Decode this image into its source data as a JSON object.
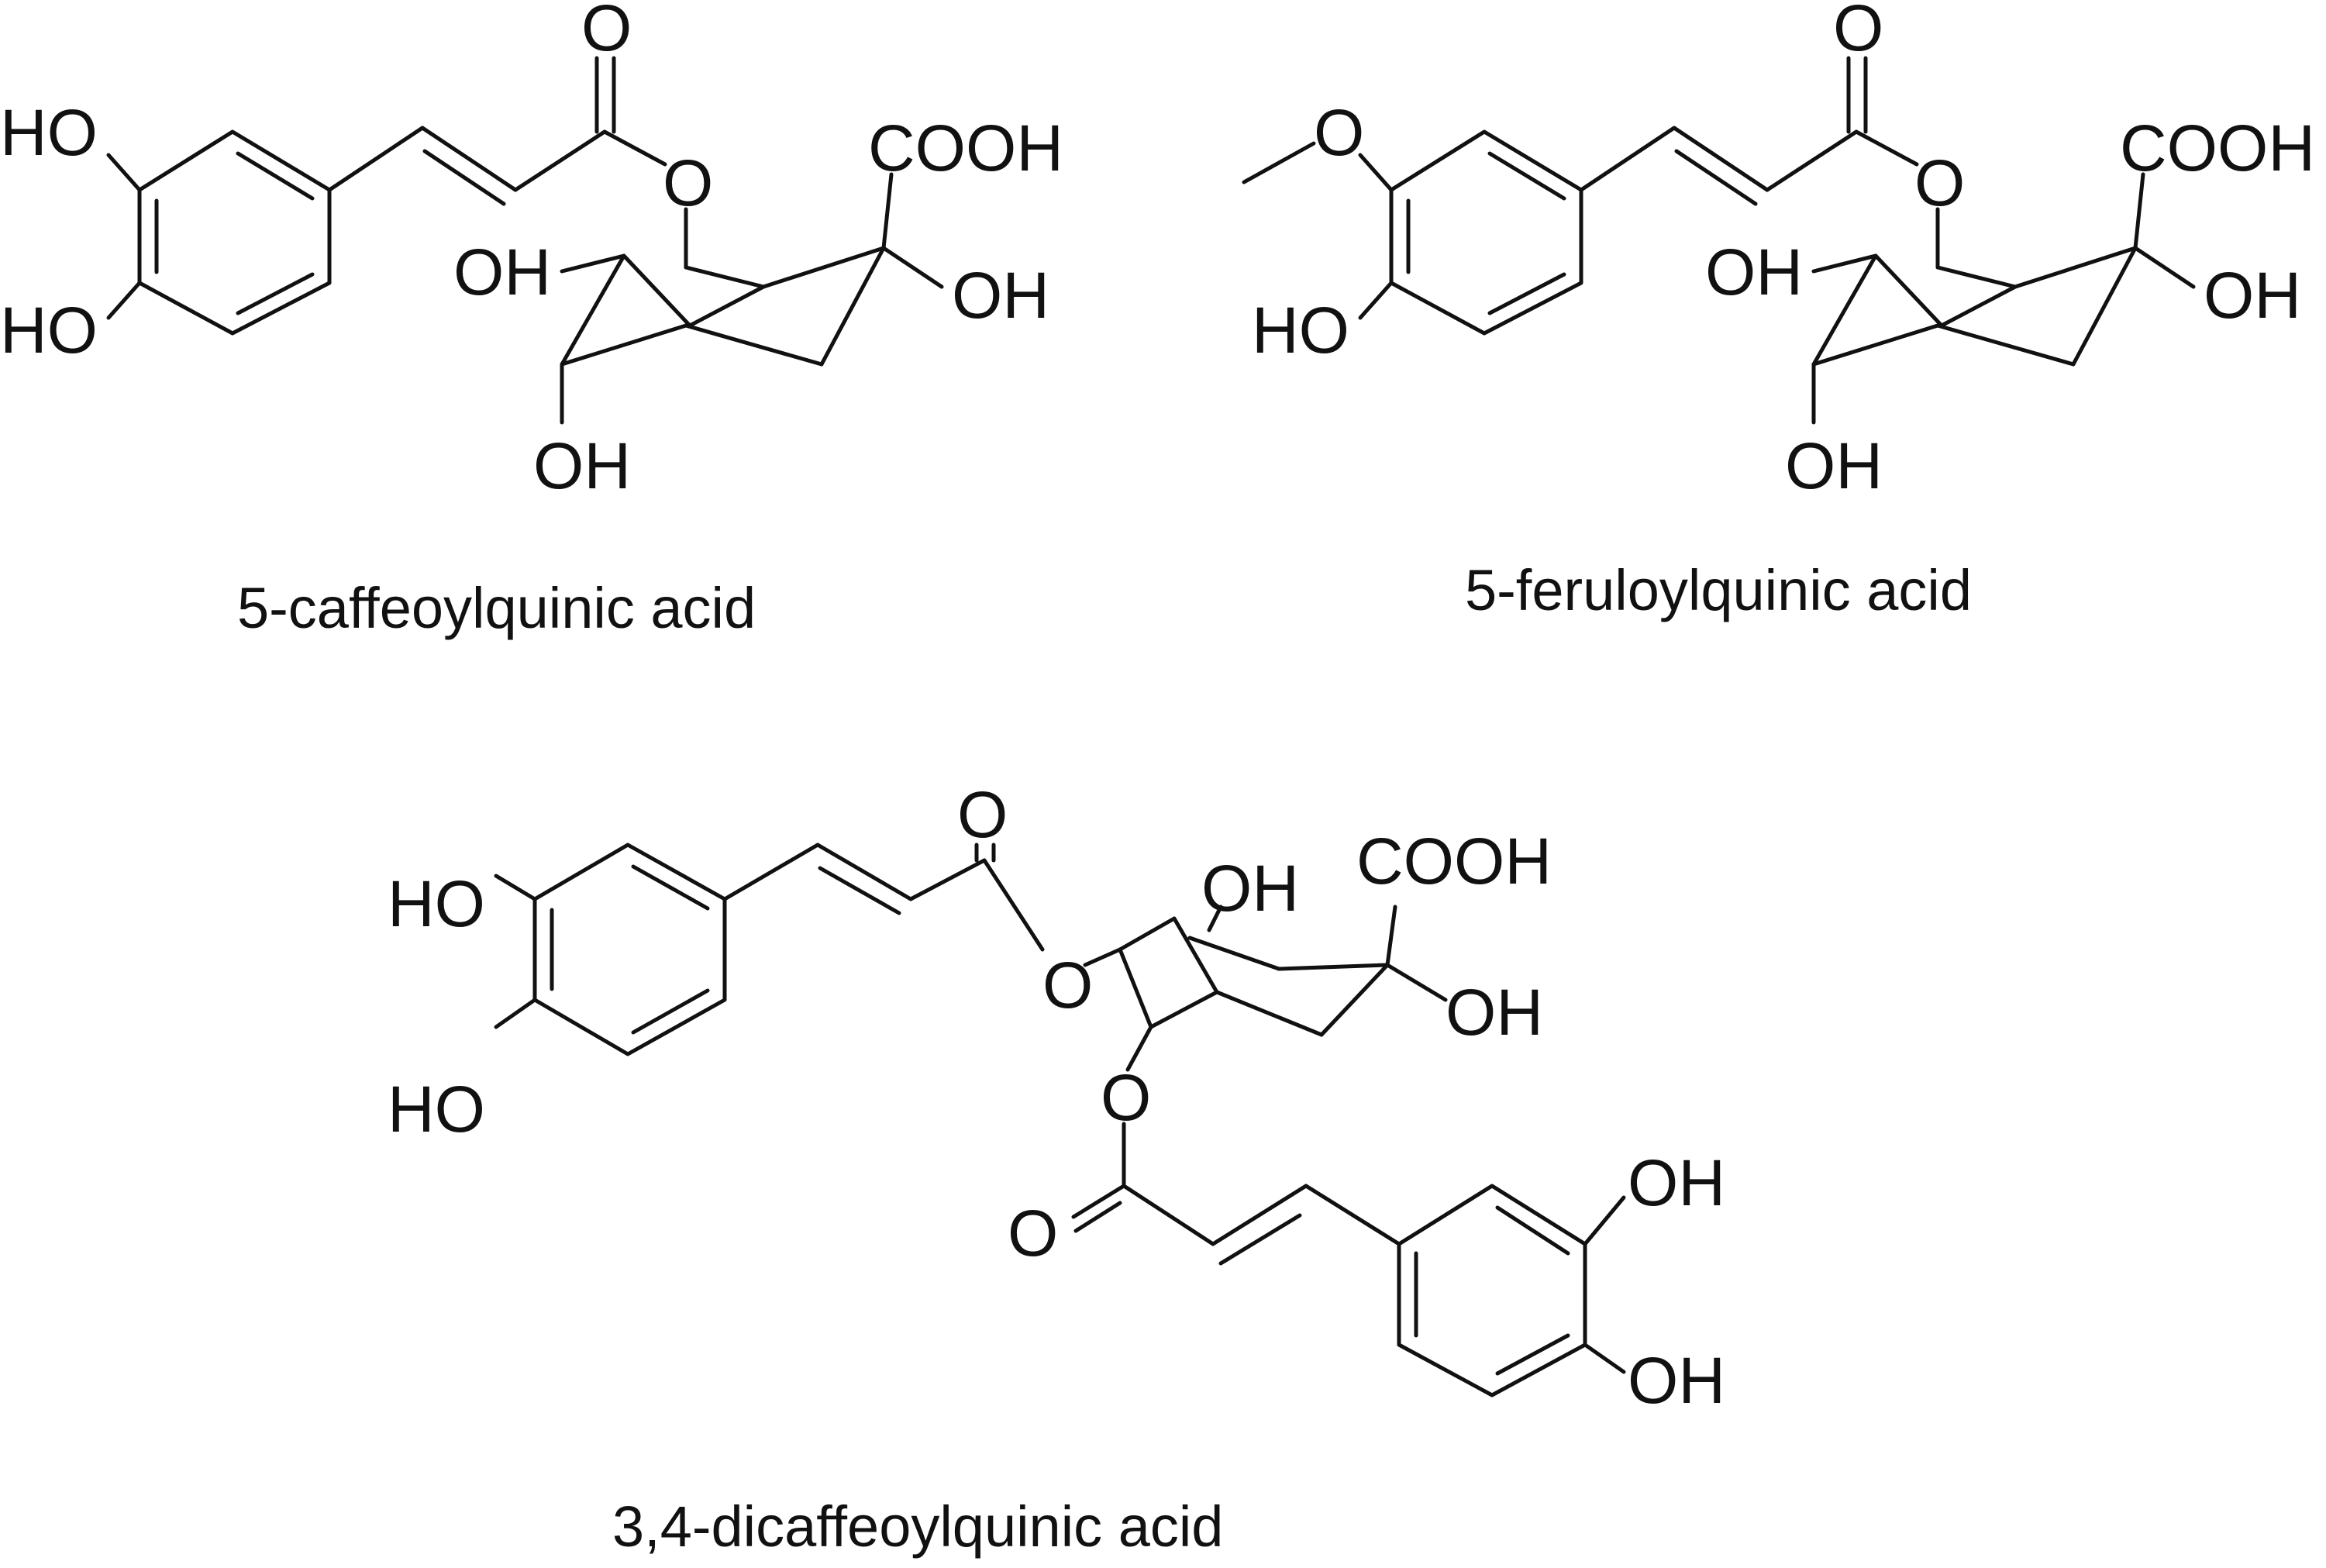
{
  "molecules": [
    {
      "name": "5-caffeoylquinic acid",
      "labels": {
        "ho_top": "HO",
        "ho_bottom": "HO",
        "carbonyl_o": "O",
        "ester_o": "O",
        "cooh": "COOH",
        "oh_ring_left": "OH",
        "oh_ring_right": "OH",
        "oh_ring_bottom": "OH"
      }
    },
    {
      "name": "5-feruloylquinic acid",
      "labels": {
        "methoxy_o": "O",
        "ho_bottom": "HO",
        "carbonyl_o": "O",
        "ester_o": "O",
        "cooh": "COOH",
        "oh_ring_left": "OH",
        "oh_ring_right": "OH",
        "oh_ring_bottom": "OH"
      }
    },
    {
      "name": "3,4-dicaffeoylquinic acid",
      "labels": {
        "ho_top": "HO",
        "ho_bottom": "HO",
        "carbonyl_o1": "O",
        "ester_o1": "O",
        "oh_ring_top": "OH",
        "cooh": "COOH",
        "oh_ring_right": "OH",
        "ester_o2": "O",
        "carbonyl_o2": "O",
        "oh_ar2_top": "OH",
        "oh_ar2_bottom": "OH"
      }
    }
  ],
  "colors": {
    "ink": "#111111",
    "background": "#ffffff"
  }
}
